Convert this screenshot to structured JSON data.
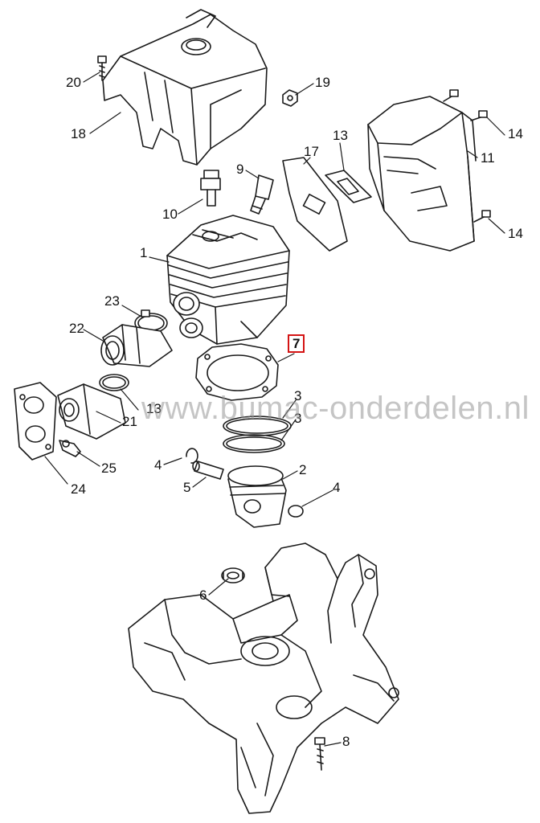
{
  "diagram": {
    "watermark": "www.bumac-onderdelen.nl",
    "highlight_color": "#d41414",
    "callouts": [
      {
        "id": "c20",
        "label": "20"
      },
      {
        "id": "c19",
        "label": "19"
      },
      {
        "id": "c18",
        "label": "18"
      },
      {
        "id": "c13a",
        "label": "13"
      },
      {
        "id": "c17",
        "label": "17"
      },
      {
        "id": "c14a",
        "label": "14"
      },
      {
        "id": "c11",
        "label": "11"
      },
      {
        "id": "c9",
        "label": "9"
      },
      {
        "id": "c10",
        "label": "10"
      },
      {
        "id": "c14b",
        "label": "14"
      },
      {
        "id": "c1",
        "label": "1"
      },
      {
        "id": "c23",
        "label": "23"
      },
      {
        "id": "c22",
        "label": "22"
      },
      {
        "id": "c7",
        "label": "7",
        "highlighted": true
      },
      {
        "id": "c3a",
        "label": "3"
      },
      {
        "id": "c21",
        "label": "21"
      },
      {
        "id": "c13b",
        "label": "13"
      },
      {
        "id": "c3b",
        "label": "3"
      },
      {
        "id": "c4a",
        "label": "4"
      },
      {
        "id": "c25",
        "label": "25"
      },
      {
        "id": "c2",
        "label": "2"
      },
      {
        "id": "c5",
        "label": "5"
      },
      {
        "id": "c24",
        "label": "24"
      },
      {
        "id": "c4b",
        "label": "4"
      },
      {
        "id": "c6",
        "label": "6"
      },
      {
        "id": "c8",
        "label": "8"
      }
    ]
  }
}
